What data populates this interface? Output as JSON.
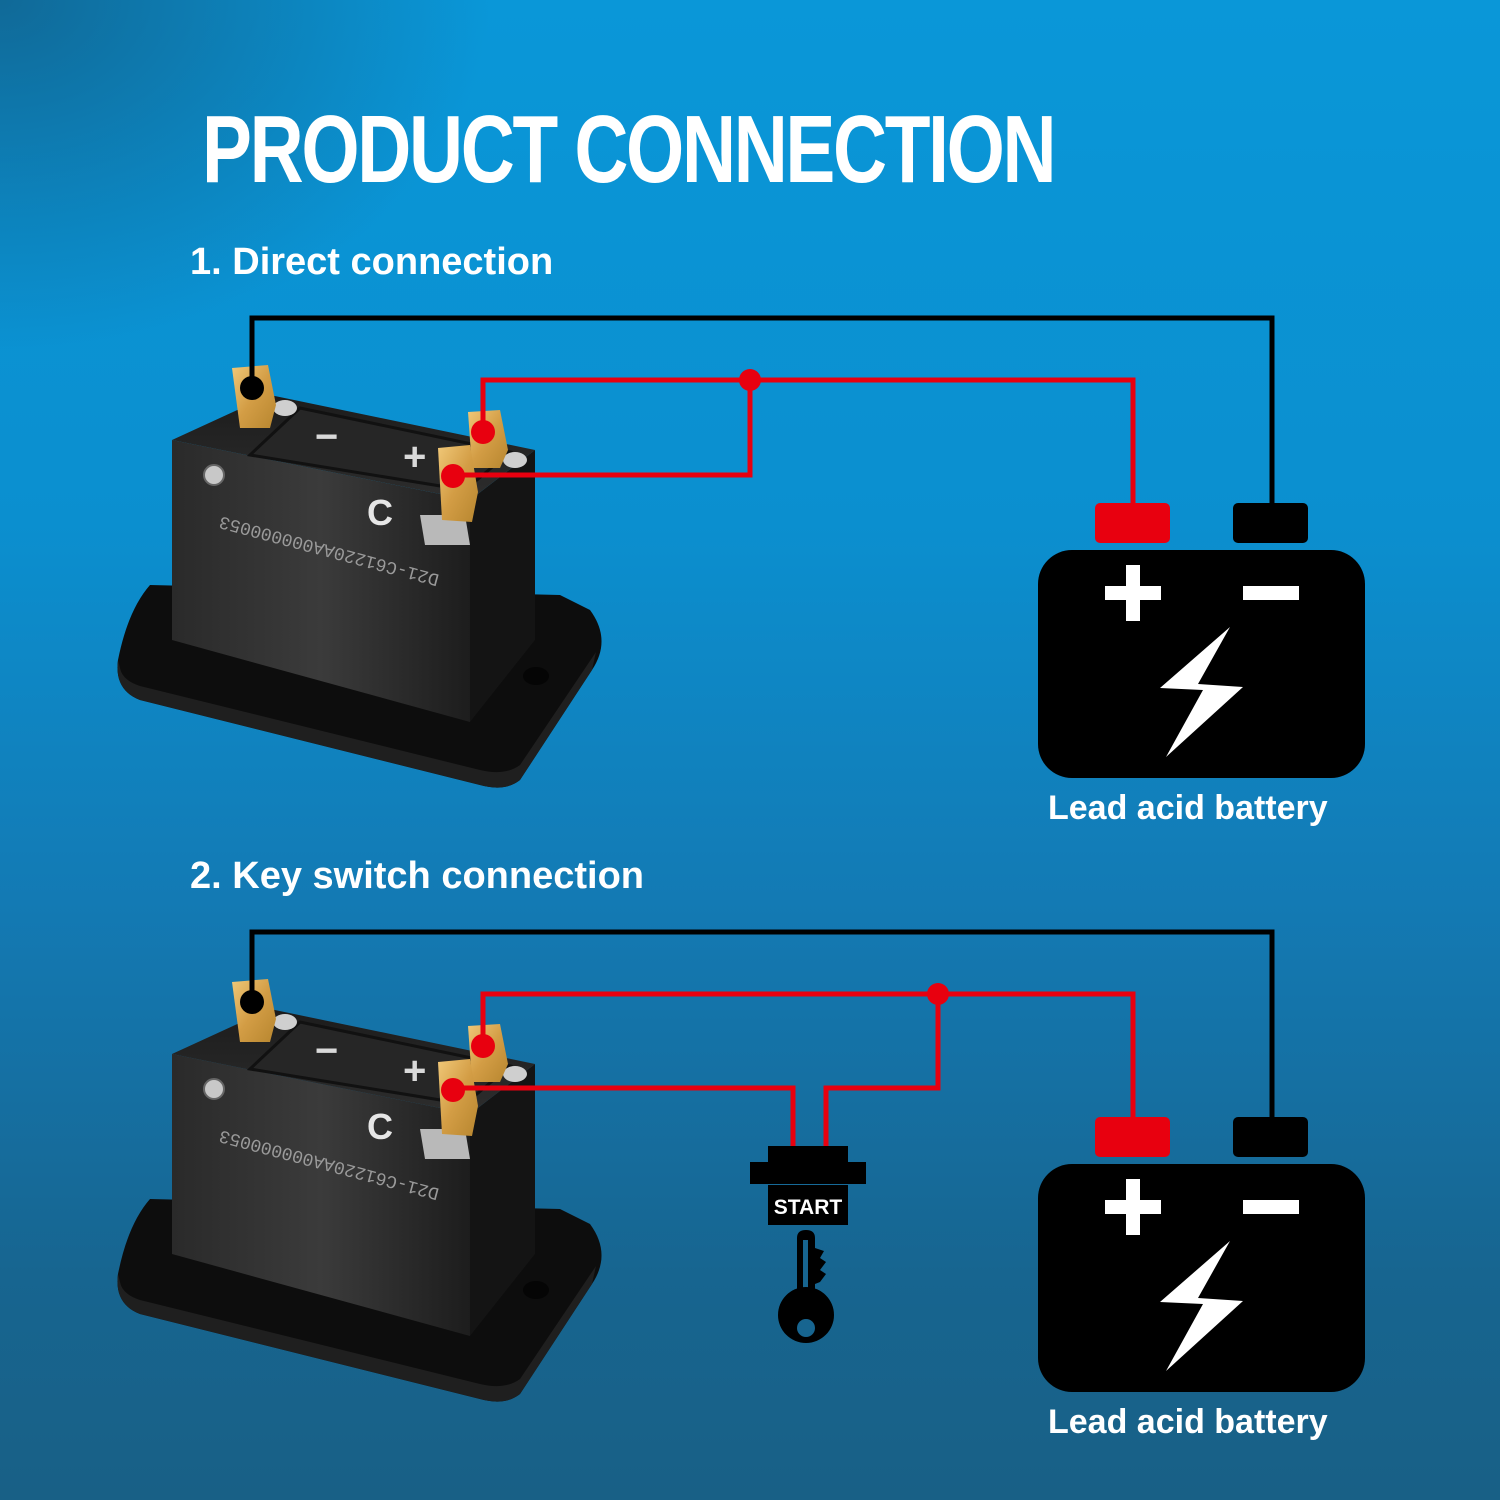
{
  "title": "PRODUCT CONNECTION",
  "sections": [
    {
      "heading": "1. Direct connection",
      "device": {
        "terminal_minus": "−",
        "terminal_plus": "+",
        "terminal_c": "C",
        "serial": "D21-C61220AA000000053"
      },
      "battery": {
        "label": "Lead acid battery",
        "plus": "+",
        "minus": "−",
        "icon": "lightning-bolt-icon"
      }
    },
    {
      "heading": "2. Key switch connection",
      "device": {
        "terminal_minus": "−",
        "terminal_plus": "+",
        "terminal_c": "C",
        "serial": "D21-C61220AA000000053"
      },
      "key_switch": {
        "label": "START",
        "icon": "key-icon"
      },
      "battery": {
        "label": "Lead acid battery",
        "plus": "+",
        "minus": "−",
        "icon": "lightning-bolt-icon"
      }
    }
  ],
  "colors": {
    "positive_wire": "#e8000f",
    "negative_wire": "#000000",
    "background_top": "#0a97d8",
    "background_bottom": "#186086",
    "terminal_brass": "#d7a550"
  }
}
